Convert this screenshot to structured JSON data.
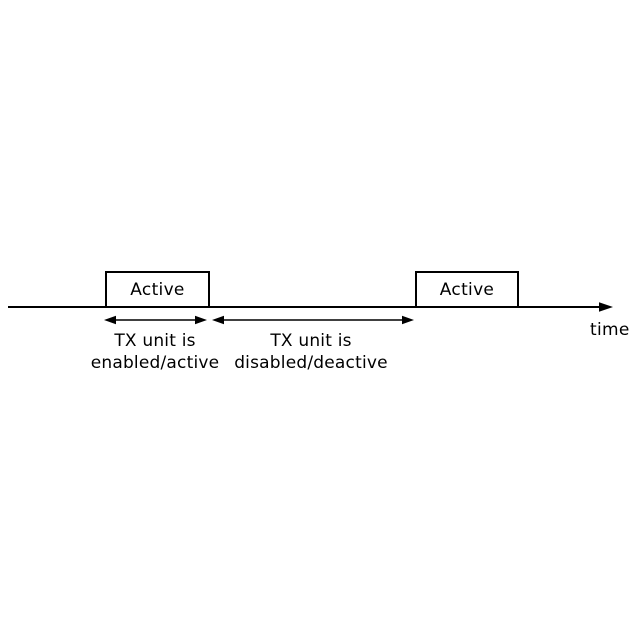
{
  "diagram": {
    "axis": {
      "label": "time"
    },
    "boxes": [
      {
        "label": "Active"
      },
      {
        "label": "Active"
      }
    ],
    "annotations": [
      {
        "line1": "TX unit is",
        "line2": "enabled/active"
      },
      {
        "line1": "TX unit is",
        "line2": "disabled/deactive"
      }
    ],
    "colors": {
      "line": "#000000",
      "background": "#ffffff"
    }
  }
}
